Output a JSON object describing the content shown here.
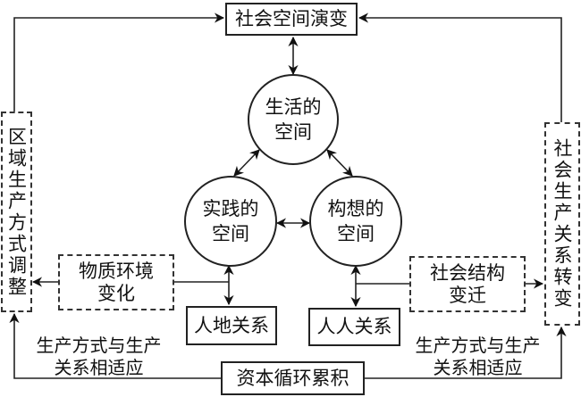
{
  "diagram": {
    "top_box": "社会空间演变",
    "left_box": "区域生产方式调整",
    "right_box": "社会生产关系转变",
    "circles": {
      "top": [
        "生活的",
        "空间"
      ],
      "left": [
        "实践的",
        "空间"
      ],
      "right": [
        "构想的",
        "空间"
      ]
    },
    "material_env": [
      "物质环境",
      "变化"
    ],
    "social_struct": [
      "社会结构",
      "变迁"
    ],
    "human_land": "人地关系",
    "human_human": "人人关系",
    "capital": "资本循环累积",
    "left_label": [
      "生产方式与生产",
      "关系相适应"
    ],
    "right_label": [
      "生产方式与生产",
      "关系相适应"
    ]
  }
}
